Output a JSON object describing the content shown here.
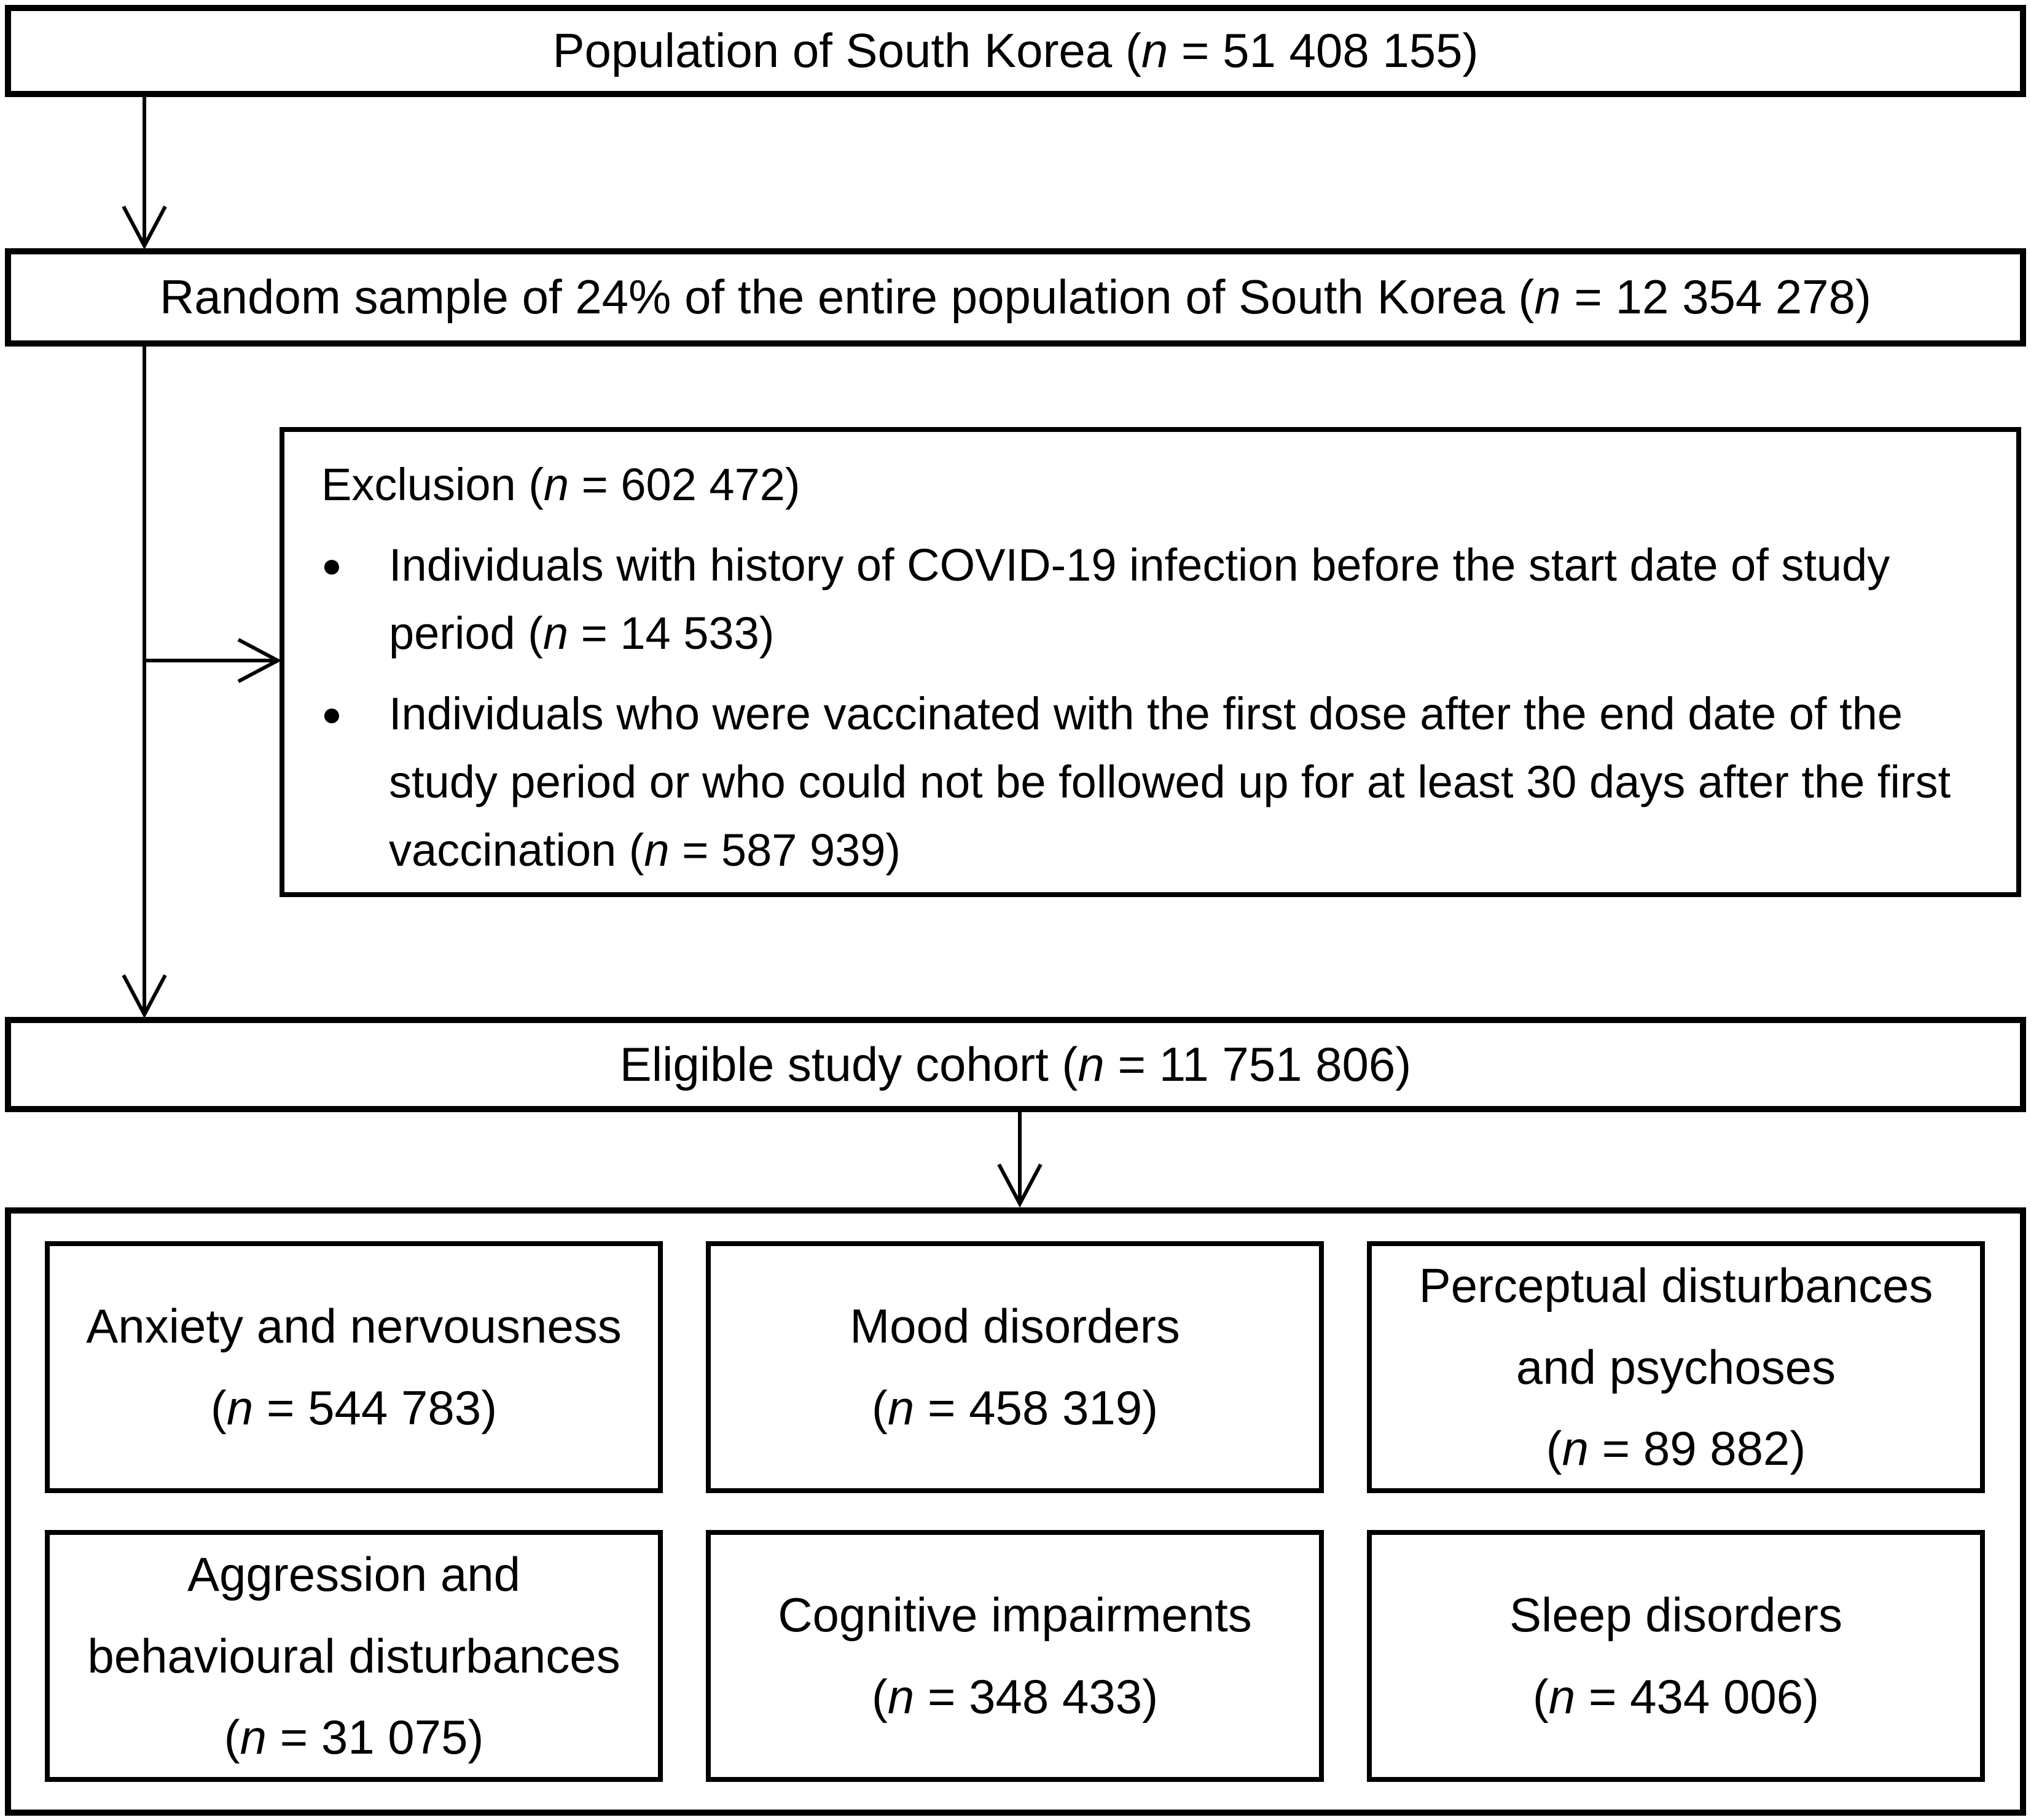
{
  "colors": {
    "background": "#ffffff",
    "box_border": "#000000",
    "line": "#000000",
    "text": "#000000"
  },
  "flowchart": {
    "population_box": {
      "pre": "Population of South Korea (",
      "var": "n",
      "post": " = 51 408 155)"
    },
    "sample_box": {
      "pre": "Random sample of 24% of the entire population of South Korea (",
      "var": "n",
      "post": " = 12 354 278)"
    },
    "exclusion_box": {
      "title": {
        "pre": "Exclusion (",
        "var": "n",
        "post": " = 602 472)"
      },
      "bullet_glyph": "●",
      "bullets": [
        {
          "pre": "Individuals with history of COVID-19 infection before the start date of study period (",
          "var": "n",
          "post": " = 14 533)"
        },
        {
          "pre": "Individuals who were vaccinated with the first dose after the end date of the study period or who could not be followed up for at least 30 days after the first vaccination (",
          "var": "n",
          "post": " = 587 939)"
        }
      ]
    },
    "eligible_box": {
      "pre": "Eligible study cohort (",
      "var": "n",
      "post": " = 11 751 806)"
    },
    "outcome_boxes": [
      {
        "label": "Anxiety and nervousness",
        "count": {
          "pre": "(",
          "var": "n",
          "post": " = 544 783)"
        }
      },
      {
        "label": "Mood disorders",
        "count": {
          "pre": "(",
          "var": "n",
          "post": " = 458 319)"
        }
      },
      {
        "label": "Perceptual disturbances and psychoses",
        "count": {
          "pre": "(",
          "var": "n",
          "post": " = 89 882)"
        }
      },
      {
        "label": "Aggression and behavioural disturbances",
        "count": {
          "pre": "(",
          "var": "n",
          "post": " = 31 075)"
        }
      },
      {
        "label": "Cognitive impairments",
        "count": {
          "pre": "(",
          "var": "n",
          "post": " = 348 433)"
        }
      },
      {
        "label": "Sleep disorders",
        "count": {
          "pre": "(",
          "var": "n",
          "post": " = 434 006)"
        }
      }
    ]
  }
}
